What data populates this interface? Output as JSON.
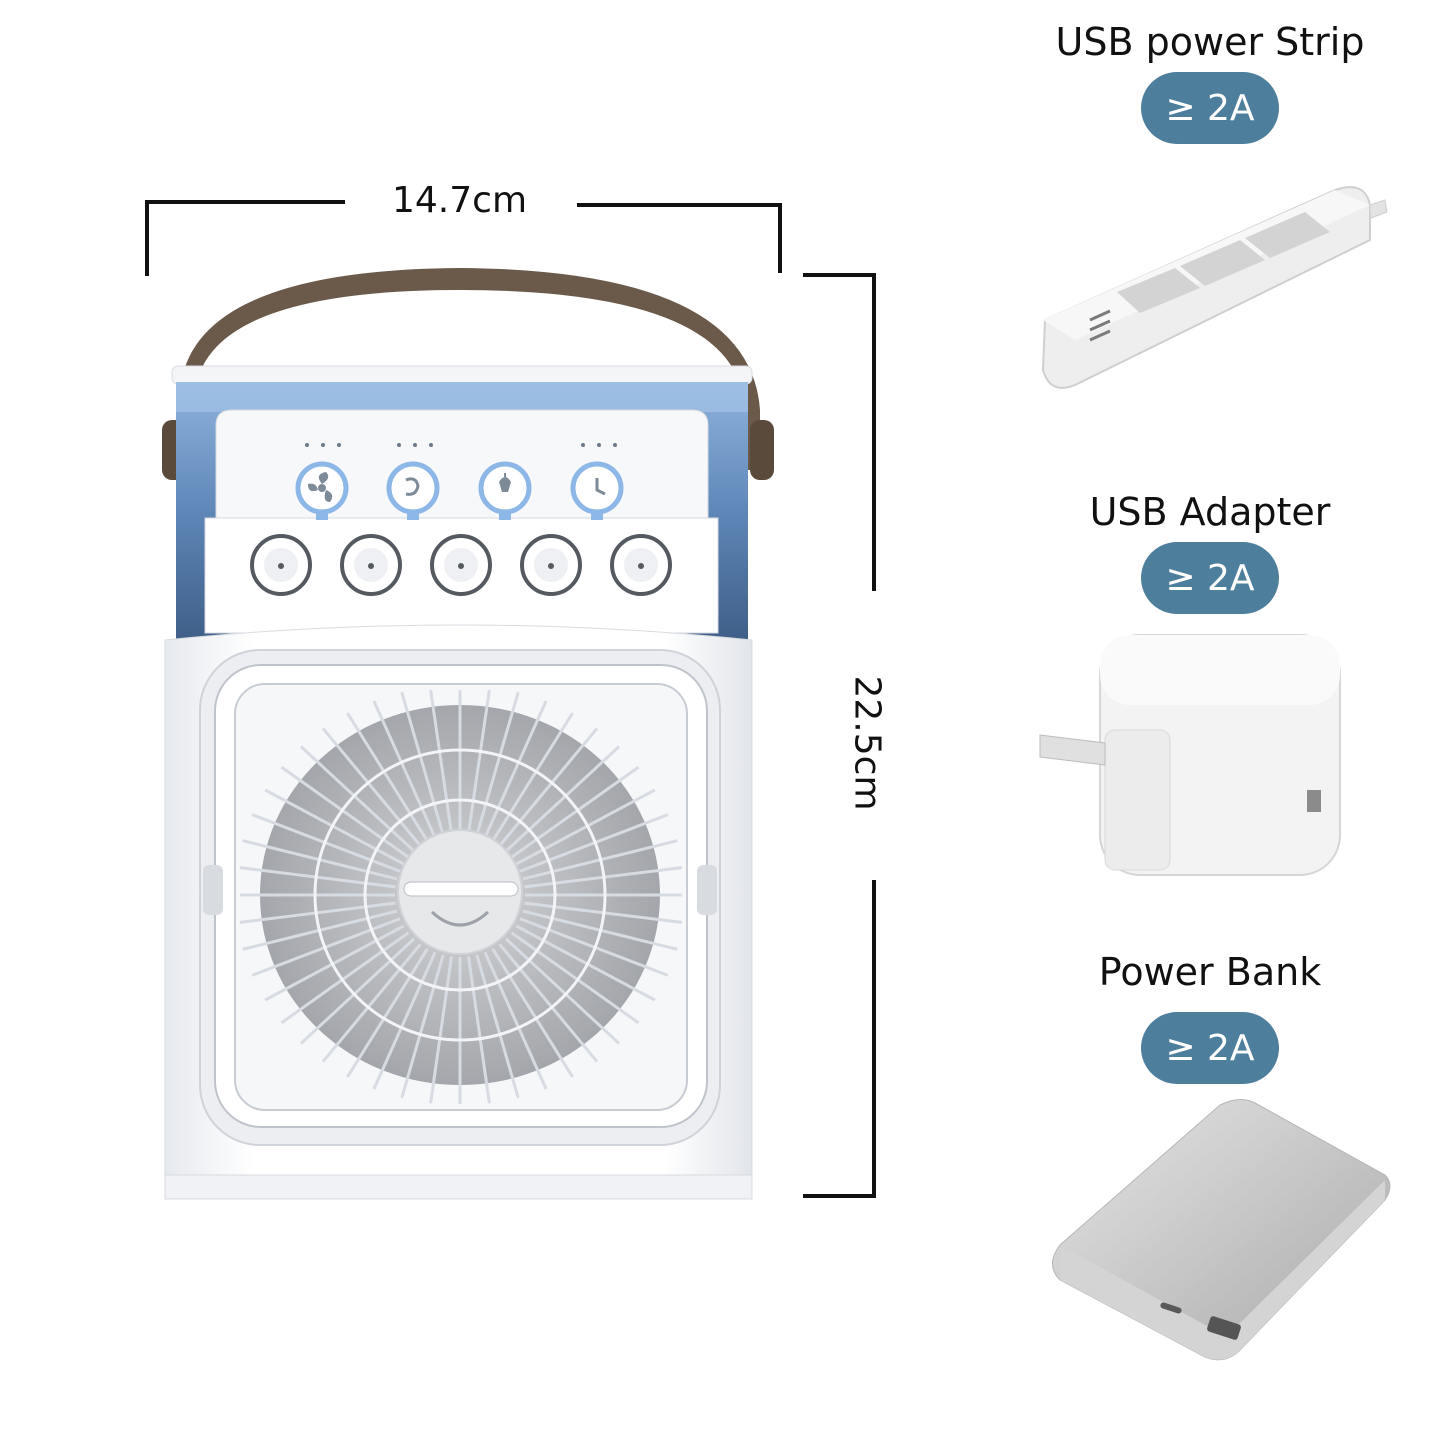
{
  "product": {
    "width_label": "14.7cm",
    "height_label": "22.5cm",
    "control_icons": [
      "fan-icon",
      "spray-icon",
      "light-icon",
      "timer-icon"
    ]
  },
  "power_sources": [
    {
      "label": "USB power Strip",
      "rating": "≥ 2A",
      "icon": "power-strip-icon"
    },
    {
      "label": "USB Adapter",
      "rating": "≥ 2A",
      "icon": "usb-adapter-icon"
    },
    {
      "label": "Power Bank",
      "rating": "≥ 2A",
      "icon": "power-bank-icon"
    }
  ],
  "colors": {
    "pill": "#4d7f9c",
    "handle": "#6b5a4a",
    "water_tank": "#5f87b8"
  }
}
